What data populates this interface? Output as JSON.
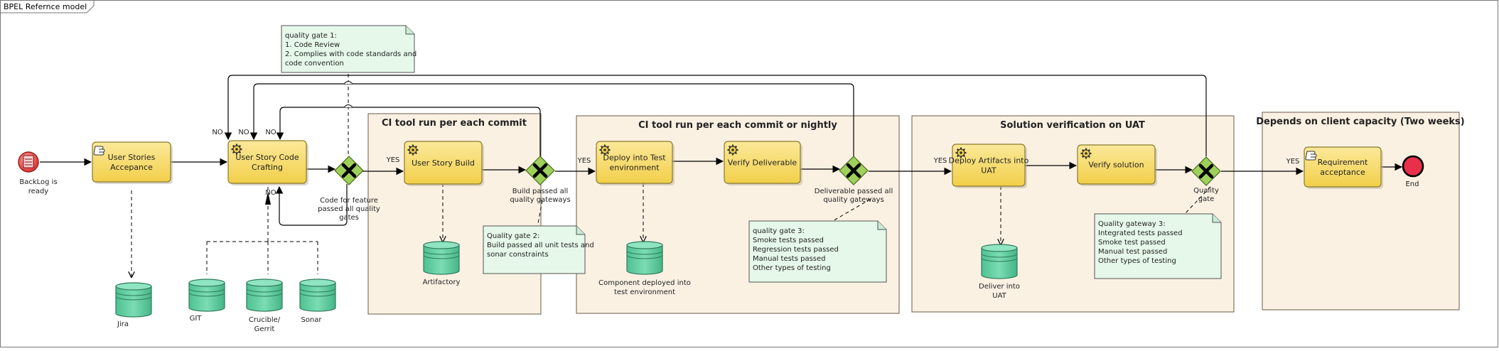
{
  "diagram": {
    "title": "BPEL Refernce model",
    "lanes": [
      {
        "id": "ci_commit",
        "title": "CI tool run per each commit"
      },
      {
        "id": "ci_nightly",
        "title": "CI tool run per each commit or nightly"
      },
      {
        "id": "uat",
        "title": "Solution verification on UAT"
      },
      {
        "id": "client",
        "title": "Depends on client capacity (Two weeks)"
      }
    ],
    "events": {
      "start": [
        "BackLog is",
        "ready"
      ],
      "end": [
        "End"
      ]
    },
    "tasks": {
      "user_stories": [
        "User Stories",
        "Accepance"
      ],
      "code_crafting": [
        "User Story Code",
        "Crafting"
      ],
      "build": [
        "User Story Build"
      ],
      "deploy_test": [
        "Deploy into Test",
        "environment"
      ],
      "verify_deliverable": [
        "Verify Deliverable"
      ],
      "deploy_uat": [
        "Deploy Artifacts into",
        "UAT"
      ],
      "verify_solution": [
        "Verify solution"
      ],
      "requirement": [
        "Requirement",
        "acceptance"
      ]
    },
    "gateway_labels": {
      "code": [
        "Code for feature",
        "passed all quality",
        "gates"
      ],
      "build": [
        "Build passed all",
        "quality gateways"
      ],
      "deliverable": [
        "Deliverable passed all",
        "quality gateways"
      ],
      "quality": [
        "Quality",
        "gate"
      ]
    },
    "data_stores": {
      "jira": [
        "Jira"
      ],
      "git": [
        "GIT"
      ],
      "crucible": [
        "Crucible/",
        "Gerrit"
      ],
      "sonar": [
        "Sonar"
      ],
      "artifactory": [
        "Artifactory"
      ],
      "component": [
        "Component deployed into",
        "test environment"
      ],
      "deliver_uat": [
        "Deliver into",
        "UAT"
      ]
    },
    "notes": {
      "gate1": [
        "quality gate 1:",
        "1. Code Review",
        "2. Complies with code standards and",
        "code convention"
      ],
      "gate2": [
        "Quality gate 2:",
        "Build passed all unit tests and",
        "sonar constraints"
      ],
      "gate3": [
        "quality gate 3:",
        "Smoke tests passed",
        "Regression tests passed",
        "Manual tests passed",
        "Other types of testing"
      ],
      "gateway3": [
        "Quality gateway 3:",
        "Integrated tests passed",
        "Smoke test passed",
        "Manual test passed",
        "Other types of testing"
      ]
    },
    "flow_labels": {
      "yes": "YES",
      "no": "NO"
    },
    "colors": {
      "task_fill": "#f7da62",
      "task_stroke": "#8a7a2a",
      "lane_fill": "#fbf1e3",
      "lane_stroke": "#6b5a4a",
      "note_fill": "#e5f8e9",
      "store_fill": "#5fcca0",
      "store_stroke": "#2f7a5a",
      "gateway_fill": "#9ed05a",
      "start_fill": "#e84b4b",
      "end_fill": "#e8304a"
    }
  }
}
